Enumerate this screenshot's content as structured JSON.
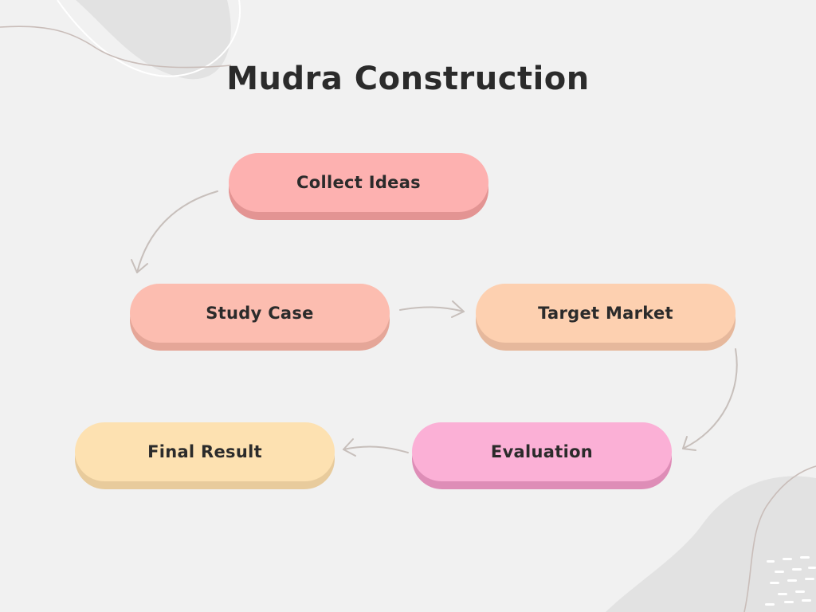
{
  "title": "Mudra Construction",
  "colors": {
    "background": "#f1f1f1",
    "text": "#2b2b2b",
    "arrow": "#c7bfbb",
    "blob": "#e2e2e2"
  },
  "nodes": {
    "collect_ideas": {
      "label": "Collect Ideas",
      "face": "#fdb1b0",
      "shadow": "#e39493"
    },
    "study_case": {
      "label": "Study Case",
      "face": "#fcbdb0",
      "shadow": "#e5a698"
    },
    "target_market": {
      "label": "Target Market",
      "face": "#fdd0b0",
      "shadow": "#e6b89c"
    },
    "evaluation": {
      "label": "Evaluation",
      "face": "#fbb0d6",
      "shadow": "#de8db7"
    },
    "final_result": {
      "label": "Final Result",
      "face": "#fde1b1",
      "shadow": "#e8cb9c"
    }
  },
  "flow": [
    {
      "from": "collect_ideas",
      "to": "study_case"
    },
    {
      "from": "study_case",
      "to": "target_market"
    },
    {
      "from": "target_market",
      "to": "evaluation"
    },
    {
      "from": "evaluation",
      "to": "final_result"
    }
  ]
}
